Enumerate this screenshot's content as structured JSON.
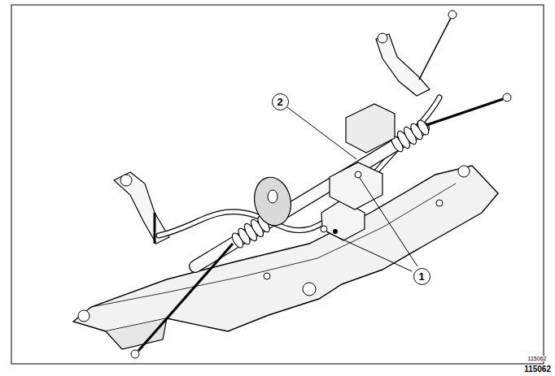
{
  "diagram": {
    "nodes": [
      {
        "text": [
          "2"
        ]
      },
      {
        "text": [
          "1"
        ]
      }
    ],
    "labels": [
      "115062",
      "115062"
    ]
  }
}
